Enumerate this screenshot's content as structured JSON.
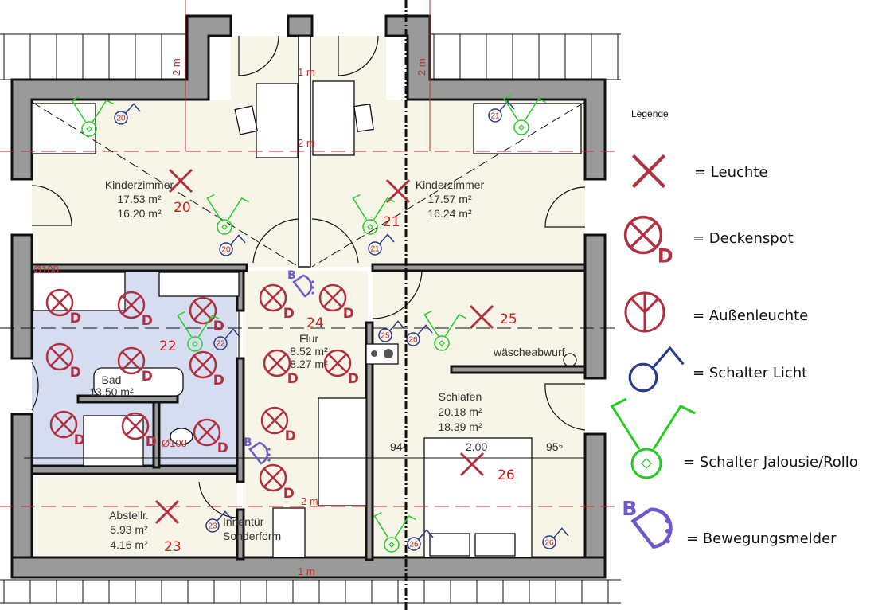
{
  "rooms": {
    "kinder_left": {
      "name": "Kinderzimmer",
      "area1": "17.53 m²",
      "area2": "16.20 m²"
    },
    "kinder_right": {
      "name": "Kinderzimmer",
      "area1": "17.57 m²",
      "area2": "16.24 m²"
    },
    "bad": {
      "name": "Bad",
      "area1": "13.50 m²"
    },
    "flur": {
      "name": "Flur",
      "area1": "8.52 m²",
      "area2": "8.27 m²"
    },
    "schlafen": {
      "name": "Schlafen",
      "area1": "20.18 m²",
      "area2": "18.39 m²"
    },
    "abstell": {
      "name": "Abstellr.",
      "area1": "5.93 m²",
      "area2": "4.16 m²"
    }
  },
  "annotations": {
    "waescheabwurf": "wäscheabwurf",
    "innentuer": "Innentür",
    "sonderform": "Sonderform",
    "pipe1": "Ø100",
    "pipe2": "Ø100",
    "dim_2m_a": "2 m",
    "dim_2m_b": "2 m",
    "dim_1m_top": "1 m",
    "dim_2m_mid": "2 m",
    "dim_2m_stair": "2 m",
    "dim_1m_bottom": "1 m",
    "bed_left": "94¹",
    "bed_width": "2.00",
    "bed_right": "95⁶"
  },
  "circuit_numbers": [
    "20",
    "21",
    "22",
    "23",
    "24",
    "25",
    "26"
  ],
  "switch_numbers": [
    "20",
    "20",
    "21",
    "21",
    "22",
    "23",
    "25",
    "26",
    "26",
    "26"
  ],
  "symbol_letters": {
    "spot": "D",
    "motion": "B"
  },
  "legend": {
    "title": "Legende",
    "items": [
      {
        "icon": "leuchte-icon",
        "label": "= Leuchte"
      },
      {
        "icon": "deckenspot-icon",
        "label": "= Deckenspot"
      },
      {
        "icon": "aussenleuchte-icon",
        "label": "= Außenleuchte"
      },
      {
        "icon": "schalter-licht-icon",
        "label": "= Schalter Licht"
      },
      {
        "icon": "schalter-jalousie-icon",
        "label": "= Schalter Jalousie/Rollo"
      },
      {
        "icon": "bewegungsmelder-icon",
        "label": "= Bewegungsmelder"
      }
    ]
  },
  "colors": {
    "light": "#b03040",
    "switch": "#2a3a8a",
    "blind": "#22cc22",
    "motion": "#6a5acd"
  }
}
